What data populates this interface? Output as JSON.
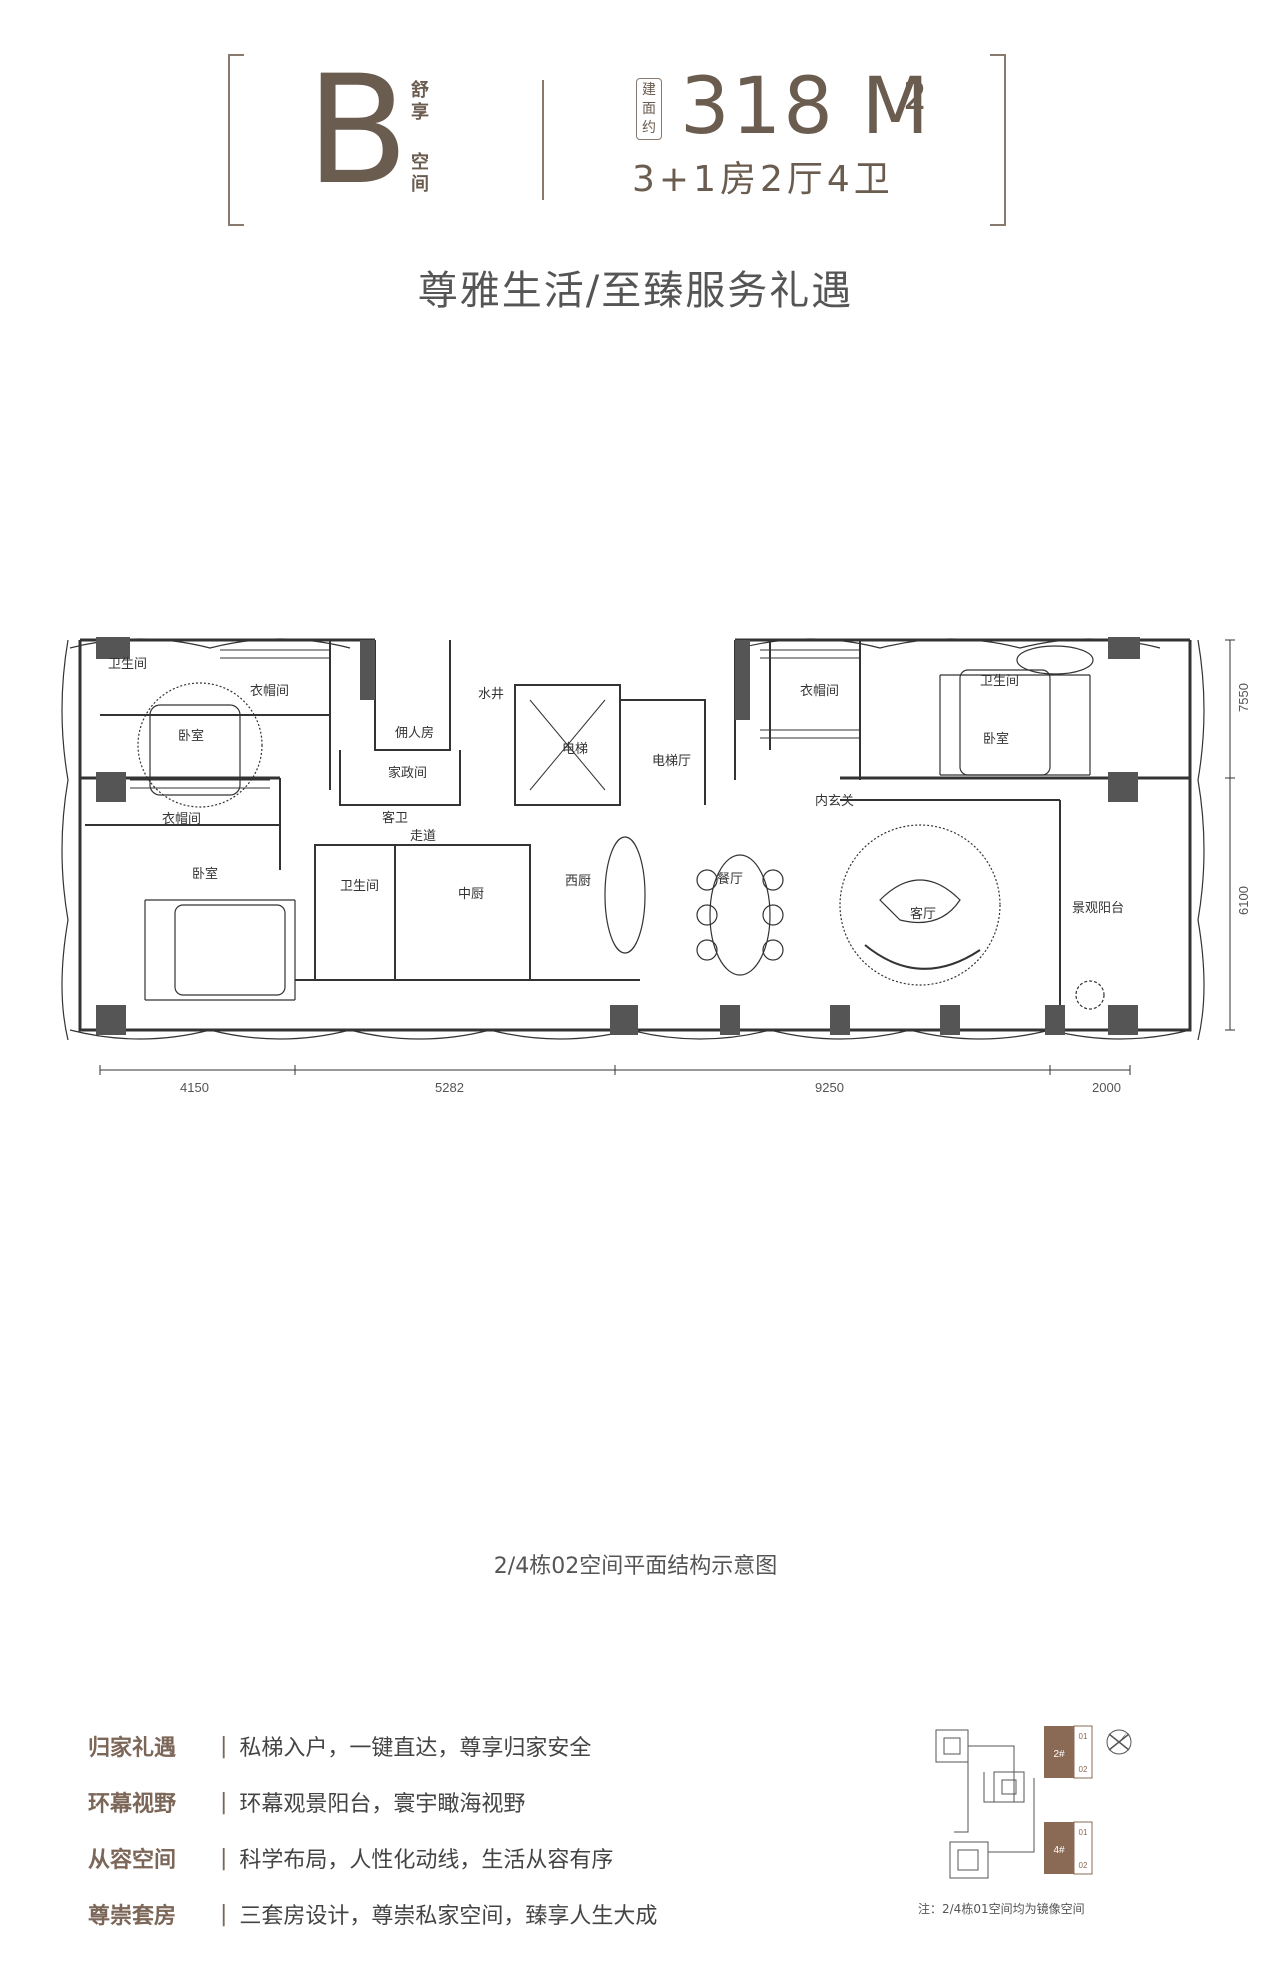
{
  "header": {
    "letter": "B",
    "tag_top": [
      "舒",
      "享"
    ],
    "tag_bottom": [
      "空",
      "间"
    ],
    "area_tag": [
      "建",
      "面",
      "约"
    ],
    "area_value": "318 M",
    "area_sup": "2",
    "room_config": "3+1房2厅4卫",
    "slogan": "尊雅生活/至臻服务礼遇"
  },
  "plan": {
    "rooms": {
      "bath_nw": "卫生间",
      "closet_nw": "衣帽间",
      "servant_room": "佣人房",
      "water_well": "水井",
      "bedroom_nw": "卧室",
      "housekeeping": "家政间",
      "guest_bath": "客卫",
      "elevator": "电梯",
      "elevator_hall": "电梯厅",
      "closet_ne": "衣帽间",
      "bath_ne": "卫生间",
      "bedroom_ne": "卧室",
      "inner_foyer": "内玄关",
      "closet_w": "衣帽间",
      "corridor": "走道",
      "bedroom_sw": "卧室",
      "bath_sw": "卫生间",
      "chinese_kitchen": "中厨",
      "western_kitchen": "西厨",
      "dining": "餐厅",
      "living": "客厅",
      "view_balcony": "景观阳台"
    },
    "dimensions": {
      "bottom": [
        "4150",
        "5282",
        "9250",
        "2000"
      ],
      "right": [
        "7550",
        "6100"
      ]
    }
  },
  "caption": "2/4栋02空间平面结构示意图",
  "features": [
    {
      "title": "归家礼遇",
      "sep": "|",
      "text": "私梯入户，一键直达，尊享归家安全"
    },
    {
      "title": "环幕视野",
      "sep": "|",
      "text": "环幕观景阳台，寰宇瞰海视野"
    },
    {
      "title": "从容空间",
      "sep": "|",
      "text": "科学布局，人性化动线，生活从容有序"
    },
    {
      "title": "尊崇套房",
      "sep": "|",
      "text": "三套房设计，尊崇私家空间，臻享人生大成"
    }
  ],
  "keyplan": {
    "labels": {
      "b2": "2#",
      "b2_top": "01",
      "b2_bottom": "02",
      "b4": "4#",
      "b4_top": "01",
      "b4_bottom": "02"
    },
    "note": "注：2/4栋01空间均为镜像空间"
  },
  "colors": {
    "accent": "#7b6658",
    "brand_brown": "#6b5c50",
    "wall": "#333333",
    "highlight": "#8b6a55"
  }
}
